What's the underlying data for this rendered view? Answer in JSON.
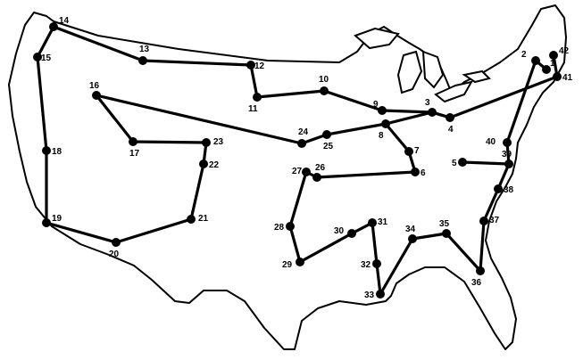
{
  "map": {
    "ink_color": "#000000",
    "background_color": "#ffffff",
    "cities": [
      {
        "label": "1"
      },
      {
        "label": "2"
      },
      {
        "label": "3"
      },
      {
        "label": "4"
      },
      {
        "label": "5"
      },
      {
        "label": "6"
      },
      {
        "label": "7"
      },
      {
        "label": "8"
      },
      {
        "label": "9"
      },
      {
        "label": "10"
      },
      {
        "label": "11"
      },
      {
        "label": "12"
      },
      {
        "label": "13"
      },
      {
        "label": "14"
      },
      {
        "label": "15"
      },
      {
        "label": "16"
      },
      {
        "label": "17"
      },
      {
        "label": "18"
      },
      {
        "label": "19"
      },
      {
        "label": "20"
      },
      {
        "label": "21"
      },
      {
        "label": "22"
      },
      {
        "label": "23"
      },
      {
        "label": "24"
      },
      {
        "label": "25"
      },
      {
        "label": "26"
      },
      {
        "label": "27"
      },
      {
        "label": "28"
      },
      {
        "label": "29"
      },
      {
        "label": "30"
      },
      {
        "label": "31"
      },
      {
        "label": "32"
      },
      {
        "label": "33"
      },
      {
        "label": "34"
      },
      {
        "label": "35"
      },
      {
        "label": "36"
      },
      {
        "label": "37"
      },
      {
        "label": "38"
      },
      {
        "label": "39"
      },
      {
        "label": "40"
      },
      {
        "label": "41"
      },
      {
        "label": "42"
      }
    ],
    "tour_order": [
      "1",
      "2",
      "40",
      "39",
      "5",
      "39",
      "38",
      "37",
      "36",
      "35",
      "34",
      "33",
      "32",
      "31",
      "30",
      "29",
      "28",
      "27",
      "26",
      "6",
      "7",
      "8",
      "3",
      "4",
      "41",
      "42"
    ]
  }
}
